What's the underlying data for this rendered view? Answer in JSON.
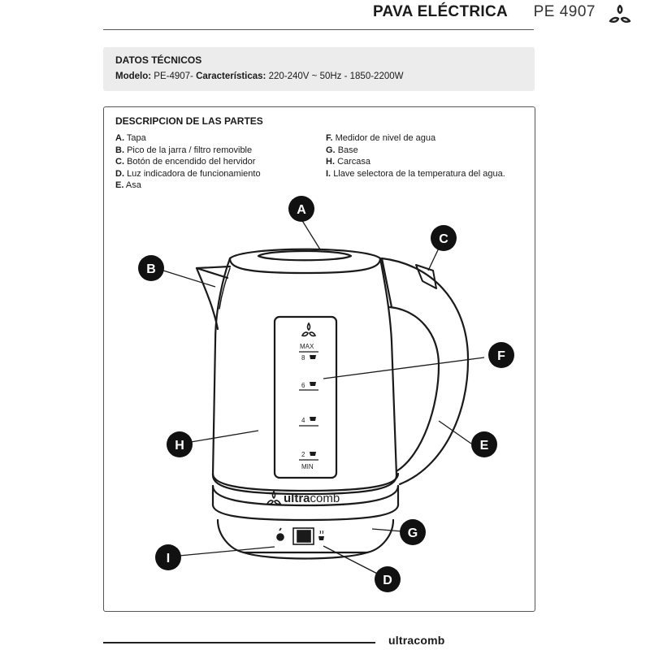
{
  "header": {
    "title": "PAVA ELÉCTRICA",
    "model": "PE 4907"
  },
  "specs": {
    "title": "DATOS TÉCNICOS",
    "model_label": "Modelo:",
    "model_value": "PE-4907-",
    "features_label": "Características:",
    "features_value": "220-240V ~ 50Hz  -  1850-2200W"
  },
  "parts": {
    "title": "DESCRIPCION DE LAS PARTES",
    "items": [
      {
        "letter": "A.",
        "text": "Tapa"
      },
      {
        "letter": "B.",
        "text": "Pico de la jarra / filtro removible"
      },
      {
        "letter": "C.",
        "text": "Botón de encendido del hervidor"
      },
      {
        "letter": "D.",
        "text": "Luz indicadora de funcionamiento"
      },
      {
        "letter": "E.",
        "text": "Asa"
      },
      {
        "letter": "F.",
        "text": "Medidor de nivel de agua"
      },
      {
        "letter": "G.",
        "text": "Base"
      },
      {
        "letter": "H.",
        "text": "Carcasa"
      },
      {
        "letter": "I.",
        "text": "Llave selectora de la temperatura del agua."
      }
    ]
  },
  "diagram": {
    "callouts": [
      "A",
      "B",
      "C",
      "D",
      "E",
      "F",
      "G",
      "H",
      "I"
    ],
    "gauge": {
      "max_label": "MAX",
      "min_label": "MIN",
      "levels": [
        "8",
        "6",
        "4",
        "2"
      ]
    },
    "brand_bold": "ultra",
    "brand_light": "comb"
  },
  "footer": {
    "brand": "ultracomb"
  }
}
